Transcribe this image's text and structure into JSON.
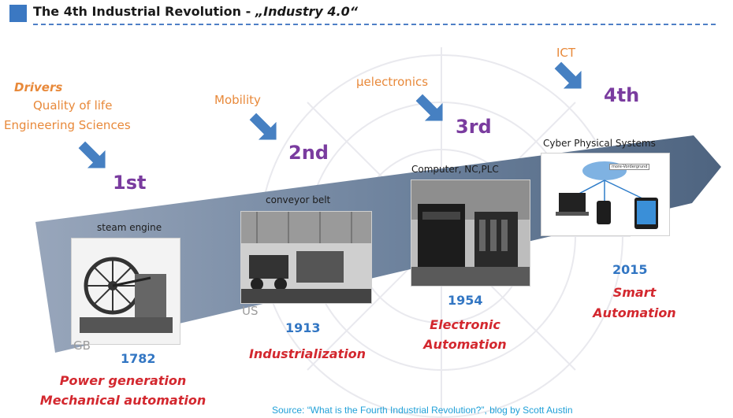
{
  "header": {
    "title_prefix": "The 4th Industrial Revolution  - ",
    "title_em": "„Industry 4.0“"
  },
  "drivers": {
    "heading": "Drivers",
    "lines": [
      "Quality of life",
      "Engineering Sciences"
    ]
  },
  "stages": [
    {
      "ordinal": "1st",
      "driver": "",
      "caption": "steam engine",
      "region": "GB",
      "year": "1782",
      "labels": [
        "Power generation",
        "Mechanical automation"
      ]
    },
    {
      "ordinal": "2nd",
      "driver": "Mobility",
      "caption": "conveyor belt",
      "region": "US",
      "year": "1913",
      "labels": [
        "Industrialization"
      ]
    },
    {
      "ordinal": "3rd",
      "driver": "µelectronics",
      "caption": "Computer, NC,PLC",
      "region": "",
      "year": "1954",
      "labels": [
        "Electronic",
        "Automation"
      ]
    },
    {
      "ordinal": "4th",
      "driver": "ICT",
      "caption": "Cyber Physical Systems",
      "region": "",
      "year": "2015",
      "labels": [
        "Smart",
        "Automation"
      ]
    }
  ],
  "cloud_label": "more-Vordergrund",
  "source": "Source: “What is the Fourth Industrial Revolution?”, blog by Scott Austin",
  "colors": {
    "accent_blue": "#3b78c2",
    "arrow_fill": "#5f7592",
    "ordinal_purple": "#7a3c9f",
    "driver_orange": "#e8893a",
    "year_blue": "#3276c3",
    "label_red": "#d3282f"
  }
}
